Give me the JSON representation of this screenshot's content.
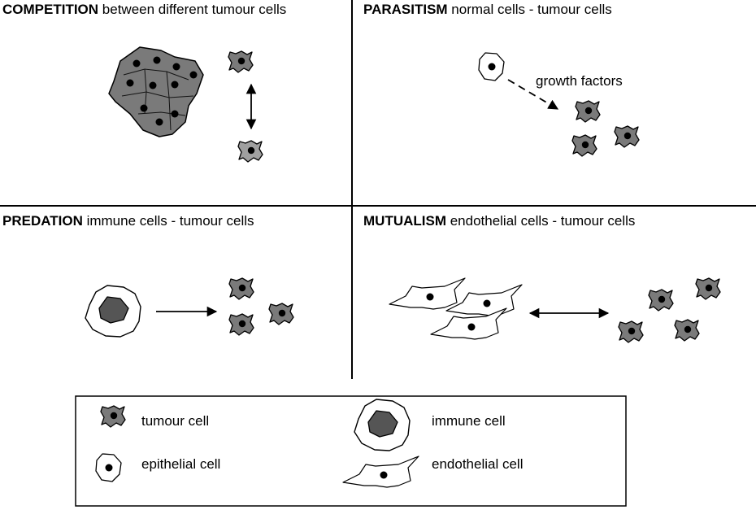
{
  "panels": {
    "competition": {
      "keyword": "COMPETITION",
      "text": " between different tumour cells"
    },
    "parasitism": {
      "keyword": "PARASITISM",
      "text": " normal cells - tumour cells"
    },
    "predation": {
      "keyword": "PREDATION",
      "text": " immune cells - tumour cells"
    },
    "mutualism": {
      "keyword": "MUTUALISM",
      "text": " endothelial cells - tumour cells"
    }
  },
  "annotations": {
    "growth_factors": "growth factors"
  },
  "legend": {
    "tumour": "tumour cell",
    "epithelial": "epithelial cell",
    "immune": "immune cell",
    "endothelial": "endothelial cell"
  },
  "colors": {
    "tumour_fill": "#7a7a7a",
    "tumour_dark": "#555555",
    "tumour_light": "#9a9a9a",
    "nucleus": "#000000",
    "outline": "#000000",
    "background": "#ffffff"
  }
}
